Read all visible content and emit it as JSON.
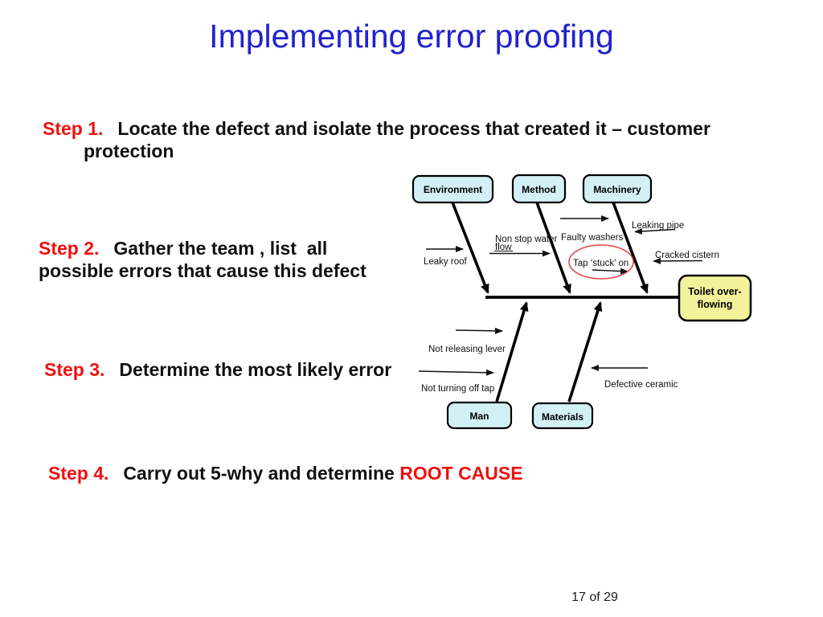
{
  "slide": {
    "title": "Implementing error proofing",
    "page_indicator": "17 of 29",
    "colors": {
      "title_blue": "#2222cc",
      "accent_red": "#ee1111",
      "category_box_fill": "#d2f0f6",
      "effect_box_fill": "#f2f29b",
      "highlight_ellipse": "#e04343"
    }
  },
  "steps": {
    "step1": {
      "label": "Step 1.",
      "line1": "Locate the defect and isolate the process that created it – customer",
      "line2": "protection"
    },
    "step2": {
      "label": "Step 2.",
      "line1": "Gather the team , list  all",
      "line2": "possible errors that cause this defect"
    },
    "step3": {
      "label": "Step 3.",
      "text": "Determine the most likely error"
    },
    "step4": {
      "label": "Step 4.",
      "text": "Carry out 5-why and determine ",
      "highlight": "ROOT CAUSE"
    }
  },
  "fishbone": {
    "type": "cause-effect-diagram",
    "effect": {
      "line1": "Toilet over-",
      "line2": "flowing"
    },
    "categories": {
      "environment": "Environment",
      "method": "Method",
      "machinery": "Machinery",
      "man": "Man",
      "materials": "Materials"
    },
    "causes": {
      "leaky_roof": "Leaky roof",
      "non_stop_water_1": "Non stop water",
      "non_stop_water_2": "flow",
      "faulty_washers": "Faulty washers",
      "leaking_pipe": "Leaking pipe",
      "tap_stuck_on": "Tap ‘stuck’ on",
      "cracked_cistern": "Cracked cistern",
      "not_releasing_lever": "Not releasing lever",
      "not_turning_off_tap": "Not turning off tap",
      "defective_ceramic": "Defective ceramic"
    }
  }
}
